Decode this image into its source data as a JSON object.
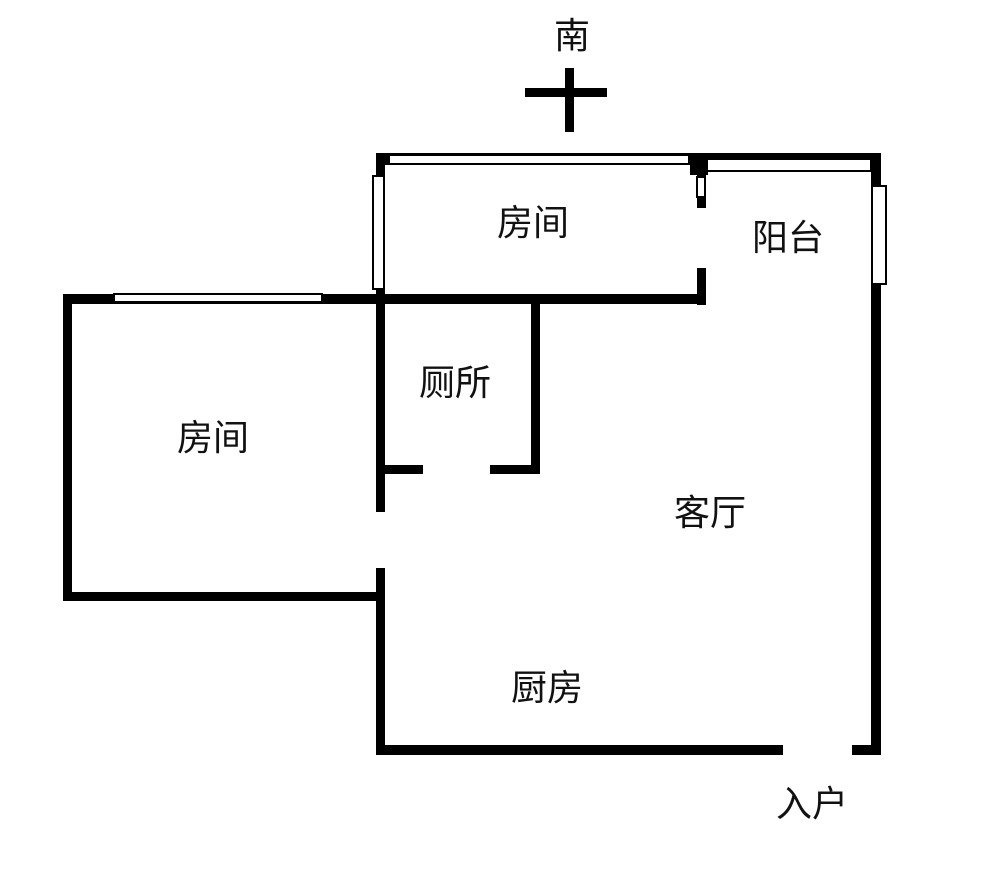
{
  "compass": {
    "direction_label": "南"
  },
  "rooms": {
    "bedroom_south": "房间",
    "balcony": "阳台",
    "toilet": "厕所",
    "bedroom_west": "房间",
    "living_room": "客厅",
    "kitchen": "厨房",
    "entrance": "入户"
  }
}
